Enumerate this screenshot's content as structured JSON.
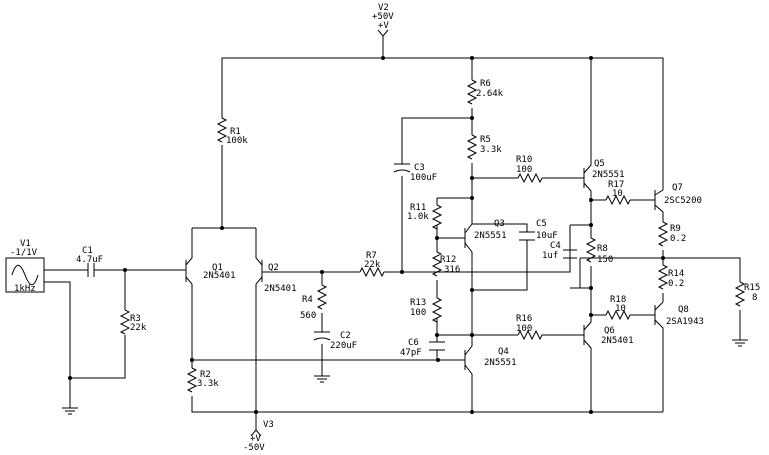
{
  "components": {
    "v1": {
      "name": "V1",
      "value": "-1/1V",
      "freq": "1kHz"
    },
    "v2": {
      "name": "V2",
      "value": "+50V",
      "sym": "+V"
    },
    "v3": {
      "name": "V3",
      "value": "-50V",
      "sym": "+V"
    },
    "c1": {
      "name": "C1",
      "value": "4.7uF"
    },
    "c2": {
      "name": "C2",
      "value": "220uF"
    },
    "c3": {
      "name": "C3",
      "value": "100uF"
    },
    "c4": {
      "name": "C4",
      "value": "1uf"
    },
    "c5": {
      "name": "C5",
      "value": "10uF"
    },
    "c6": {
      "name": "C6",
      "value": "47pF"
    },
    "r1": {
      "name": "R1",
      "value": "100k"
    },
    "r2": {
      "name": "R2",
      "value": "3.3k"
    },
    "r3": {
      "name": "R3",
      "value": "22k"
    },
    "r4": {
      "name": "R4",
      "value": "560"
    },
    "r5": {
      "name": "R5",
      "value": "3.3k"
    },
    "r6": {
      "name": "R6",
      "value": "2.64k"
    },
    "r7": {
      "name": "R7",
      "value": "22k"
    },
    "r8": {
      "name": "R8",
      "value": "150"
    },
    "r9": {
      "name": "R9",
      "value": "0.2"
    },
    "r10": {
      "name": "R10",
      "value": "100"
    },
    "r11": {
      "name": "R11",
      "value": "1.0k"
    },
    "r12": {
      "name": "R12",
      "value": "316"
    },
    "r13": {
      "name": "R13",
      "value": "100"
    },
    "r14": {
      "name": "R14",
      "value": "0.2"
    },
    "r15": {
      "name": "R15",
      "value": "8"
    },
    "r16": {
      "name": "R16",
      "value": "100"
    },
    "r17": {
      "name": "R17",
      "value": "10"
    },
    "r18": {
      "name": "R18",
      "value": "10"
    },
    "q1": {
      "name": "Q1",
      "value": "2N5401"
    },
    "q2": {
      "name": "Q2",
      "value": "2N5401"
    },
    "q3": {
      "name": "Q3",
      "value": "2N5551"
    },
    "q4": {
      "name": "Q4",
      "value": "2N5551"
    },
    "q5": {
      "name": "Q5",
      "value": "2N5551"
    },
    "q6": {
      "name": "Q6",
      "value": "2N5401"
    },
    "q7": {
      "name": "Q7",
      "value": "2SC5200"
    },
    "q8": {
      "name": "Q8",
      "value": "2SA1943"
    }
  }
}
